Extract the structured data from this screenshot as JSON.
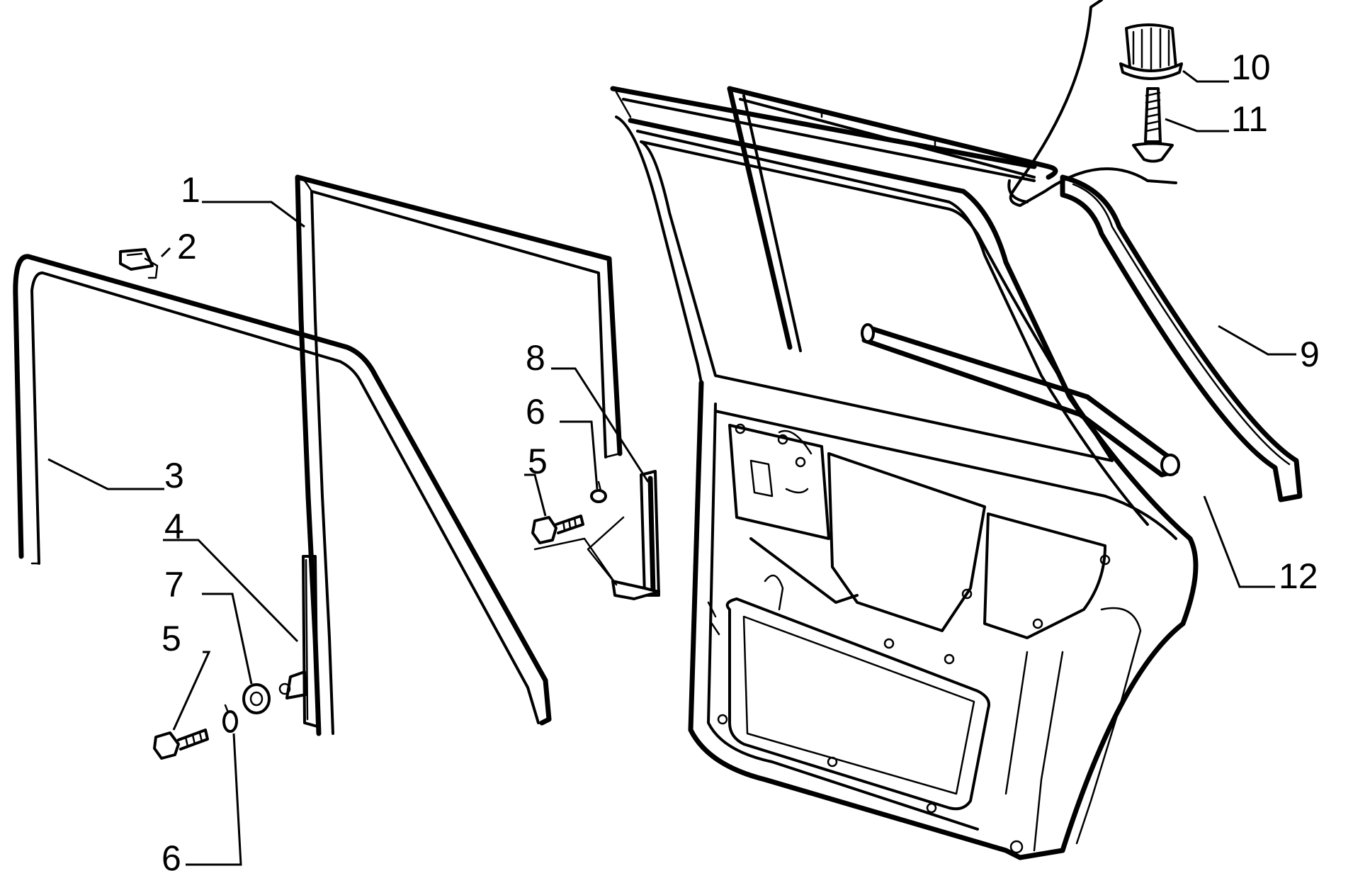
{
  "callouts": [
    {
      "id": "1",
      "text": "1"
    },
    {
      "id": "2",
      "text": "2"
    },
    {
      "id": "3",
      "text": "3"
    },
    {
      "id": "4",
      "text": "4"
    },
    {
      "id": "5a",
      "text": "5"
    },
    {
      "id": "5b",
      "text": "5"
    },
    {
      "id": "6a",
      "text": "6"
    },
    {
      "id": "6b",
      "text": "6"
    },
    {
      "id": "7",
      "text": "7"
    },
    {
      "id": "8",
      "text": "8"
    },
    {
      "id": "9",
      "text": "9"
    },
    {
      "id": "10",
      "text": "10"
    },
    {
      "id": "11",
      "text": "11"
    },
    {
      "id": "12",
      "text": "12"
    }
  ]
}
